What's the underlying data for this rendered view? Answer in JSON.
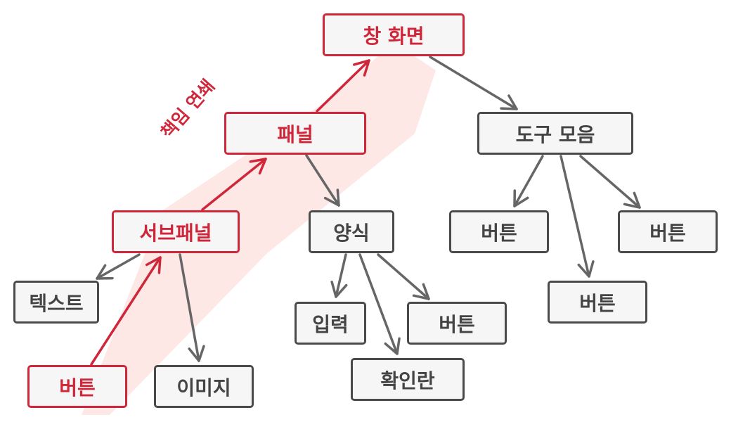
{
  "nodes": {
    "window": "창 화면",
    "panel": "패널",
    "subpanel": "서브패널",
    "text": "텍스트",
    "button_source": "버튼",
    "image": "이미지",
    "form": "양식",
    "input": "입력",
    "checkbox": "확인란",
    "form_button": "버튼",
    "toolbar": "도구 모음",
    "toolbar_button_1": "버튼",
    "toolbar_button_2": "버튼",
    "toolbar_button_3": "버튼"
  },
  "chain_label": "책임 연쇄",
  "colors": {
    "highlight": "#d0263a",
    "default": "#4a4a4a",
    "edge": "#666666",
    "band": "#fde8e6",
    "node_fill": "#f6f6f6"
  }
}
